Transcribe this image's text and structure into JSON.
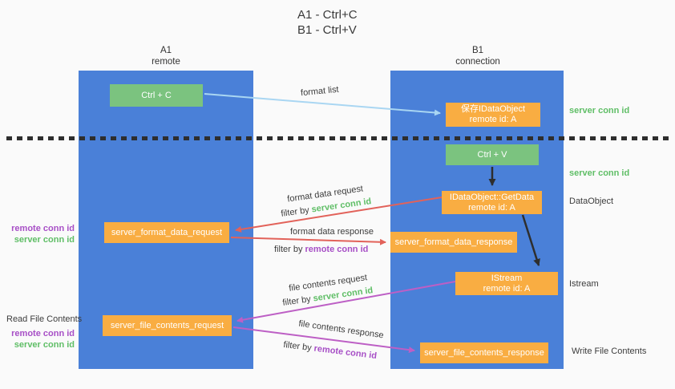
{
  "title": {
    "line1": "A1 - Ctrl+C",
    "line2": "B1 - Ctrl+V"
  },
  "lanes": {
    "left": {
      "name": "A1",
      "subtitle": "remote"
    },
    "right": {
      "name": "B1",
      "subtitle": "connection"
    }
  },
  "nodes": {
    "ctrl_c": {
      "label": "Ctrl + C"
    },
    "save_dataobject": {
      "line1": "保存IDataObject",
      "line2": "remote id: A"
    },
    "ctrl_v": {
      "label": "Ctrl + V"
    },
    "getdata": {
      "line1": "IDataObject::GetData",
      "line2": "remote id: A"
    },
    "format_request": {
      "label": "server_format_data_request"
    },
    "format_response": {
      "label": "server_format_data_response"
    },
    "istream": {
      "line1": "IStream",
      "line2": "remote id: A"
    },
    "file_request": {
      "label": "server_file_contents_request"
    },
    "file_response": {
      "label": "server_file_contents_response"
    }
  },
  "edge_labels": {
    "format_list": "format list",
    "format_data_request": "format data request",
    "format_data_response": "format data response",
    "file_contents_request": "file contents request",
    "file_contents_response": "file contents response",
    "filter_by": "filter by ",
    "server_conn_id": "server conn id",
    "remote_conn_id": "remote conn id"
  },
  "annotations": {
    "right": {
      "server_conn_id_top": "server conn id",
      "server_conn_id_mid": "server conn id",
      "dataobject": "DataObject",
      "istream": "Istream",
      "write_file_contents": "Write File Contents"
    },
    "left": {
      "remote_conn_id_mid": "remote conn id",
      "server_conn_id_mid": "server conn id",
      "read_file_contents": "Read File Contents",
      "remote_conn_id_bottom": "remote conn id",
      "server_conn_id_bottom": "server conn id"
    }
  },
  "colors": {
    "lane_blue": "#4a80d8",
    "box_green": "#7bc37f",
    "box_orange": "#f9ad42",
    "arrow_lightblue": "#a9d6f2",
    "arrow_red": "#e2625a",
    "arrow_purple": "#bd5fc5",
    "arrow_black": "#2e2e2e",
    "text_green": "#5fbe66",
    "text_purple": "#a74fc6",
    "background": "#fafafa"
  }
}
